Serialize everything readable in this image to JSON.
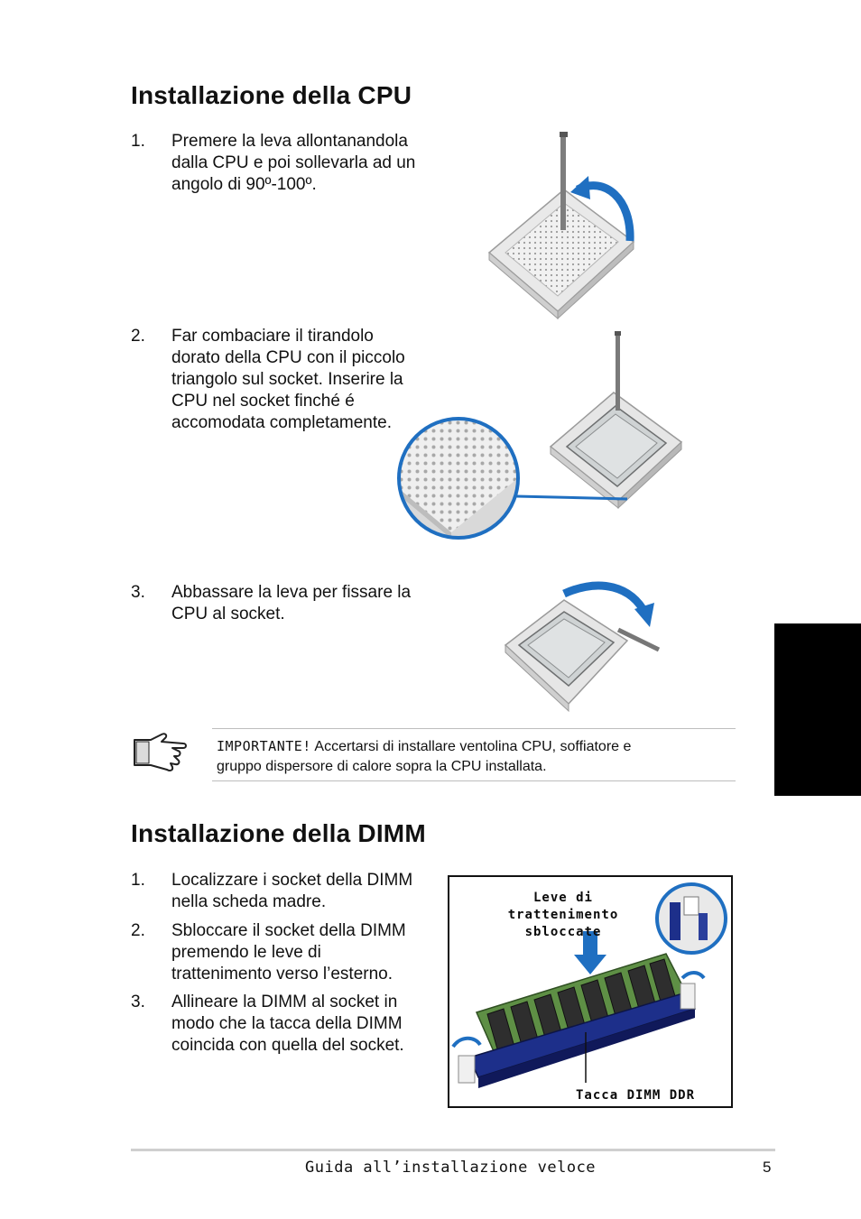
{
  "cpu_section": {
    "title": "Installazione della CPU",
    "steps": [
      {
        "num": "1.",
        "lines": [
          "Premere la leva allontanandola",
          "dalla CPU e poi sollevarla ad un",
          "angolo di 90º-100º."
        ]
      },
      {
        "num": "2.",
        "lines": [
          "Far combaciare il tirandolo",
          "dorato della CPU con il piccolo",
          "triangolo sul socket. Inserire la",
          "CPU nel socket finché é",
          "accomodata completamente."
        ]
      },
      {
        "num": "3.",
        "lines": [
          "Abbassare la leva per fissare la",
          "CPU al socket."
        ]
      }
    ]
  },
  "note": {
    "label": "IMPORTANTE!",
    "text": " Accertarsi di installare ventolina CPU, soffiatore e",
    "text2": "gruppo dispersore di calore sopra la CPU installata."
  },
  "dimm_section": {
    "title": "Installazione della DIMM",
    "steps": [
      {
        "num": "1.",
        "lines": [
          "Localizzare i socket della DIMM",
          "nella scheda madre."
        ]
      },
      {
        "num": "2.",
        "lines": [
          "Sbloccare il socket della DIMM",
          "premendo le leve di",
          "trattenimento verso l’esterno."
        ]
      },
      {
        "num": "3.",
        "lines": [
          "Allineare la DIMM al socket in",
          "modo che la tacca della DIMM",
          "coincida con quella del socket."
        ]
      }
    ],
    "figure": {
      "label_top_1": "Leve di trattenimento",
      "label_top_2": "sbloccate",
      "label_bottom": "Tacca DIMM DDR"
    }
  },
  "side_tab": {
    "color": "#000000"
  },
  "footer": {
    "guide_title": "Guida all’installazione veloce",
    "page_number": "5"
  },
  "icons": [
    "pointing-hand-icon",
    "blue-arrow-icon"
  ]
}
